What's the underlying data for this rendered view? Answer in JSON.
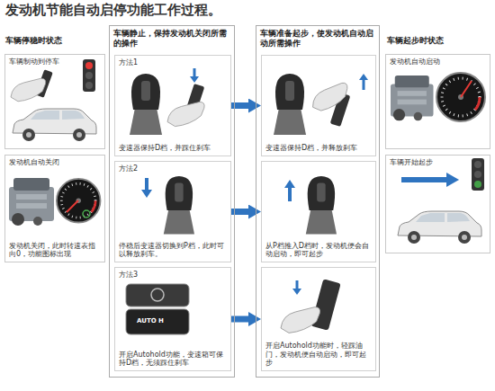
{
  "diagram": {
    "title": "发动机节能自动启停功能工作过程。",
    "nodes": [
      {
        "text": [
          "车辆制动到停车"
        ]
      },
      {
        "text": [
          "发动机自动关闭",
          "发动机关闭，此时转速表指向0，功能图标出现"
        ]
      },
      {
        "text": [
          "车辆静止，保持发动机关闭所需的操作"
        ]
      },
      {
        "text": [
          "方法1",
          "变速器保持D档，并踩住刹车"
        ],
        "in": 2
      },
      {
        "text": [
          "方法2",
          "停稳后变速器切换到P档，此时可以释放刹车。"
        ],
        "in": 2
      },
      {
        "text": [
          "方法3",
          "开启Autohold功能，变速箱可保持D档，无须踩住刹车"
        ],
        "in": 2
      },
      {
        "text": [
          "车辆准备起步，使发动机自动启动所需操作"
        ]
      },
      {
        "text": [
          "变速器保持D档，并释放刹车"
        ],
        "in": 6
      },
      {
        "text": [
          "从P档推入D档时，发动机便会自动启动，即可起步"
        ],
        "in": 6
      },
      {
        "text": [
          "开启Autohold功能时，轻踩油门，发动机便自动启动，即可起步"
        ],
        "in": 6
      },
      {
        "text": [
          "发动机自动启动"
        ]
      },
      {
        "text": [
          "车辆开始起步"
        ]
      }
    ],
    "edges": [
      {
        "from": 3,
        "to": 7,
        "arrow": "to"
      },
      {
        "from": 4,
        "to": 8,
        "arrow": "to"
      },
      {
        "from": 5,
        "to": 9,
        "arrow": "to"
      }
    ],
    "labels": [
      "车辆停稳时状态",
      "车辆起步时状态",
      "AUTO H"
    ]
  }
}
